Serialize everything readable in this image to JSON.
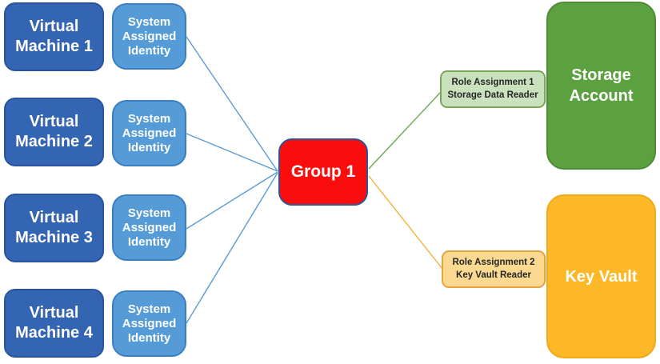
{
  "diagram": {
    "vm_rows": [
      {
        "vm_label": "Virtual Machine 1",
        "identity_label": "System Assigned Identity"
      },
      {
        "vm_label": "Virtual Machine 2",
        "identity_label": "System Assigned Identity"
      },
      {
        "vm_label": "Virtual Machine 3",
        "identity_label": "System Assigned Identity"
      },
      {
        "vm_label": "Virtual Machine 4",
        "identity_label": "System Assigned Identity"
      }
    ],
    "group": {
      "label": "Group 1"
    },
    "role_assignments": [
      {
        "line1": "Role Assignment 1",
        "line2": "Storage Data Reader"
      },
      {
        "line1": "Role Assignment 2",
        "line2": "Key Vault Reader"
      }
    ],
    "targets": {
      "storage": {
        "label": "Storage Account"
      },
      "key_vault": {
        "label": "Key Vault"
      }
    },
    "colors": {
      "vm_fill": "#3465B2",
      "identity_fill": "#549BD7",
      "group_fill": "#FB0D0D",
      "group_border": "#2F5597",
      "role1_fill": "#C9E2BD",
      "role1_border": "#78A85C",
      "role2_fill": "#FBD990",
      "role2_border": "#E9A33D",
      "storage_fill": "#5CA140",
      "key_vault_fill": "#FCB827",
      "connector_blue": "#5B9BD5",
      "connector_green": "#6AA84F",
      "connector_orange": "#F2B03C"
    }
  }
}
